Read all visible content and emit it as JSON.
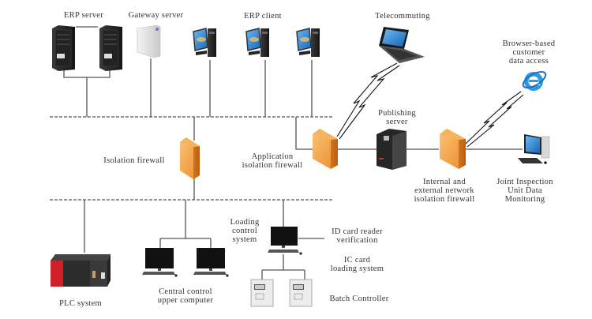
{
  "diagram": {
    "type": "network-topology",
    "nodes": {
      "erp_server": {
        "label": "ERP server",
        "icon": "tower-server-icon",
        "count": 2
      },
      "gateway_server": {
        "label": "Gateway server",
        "icon": "gateway-server-icon"
      },
      "erp_client": {
        "label": "ERP client",
        "icon": "desktop-pc-icon",
        "count": 3
      },
      "telecommuting": {
        "label": "Telecommuting",
        "icon": "laptop-icon"
      },
      "browser_access": {
        "label": "Browser-based\ncustomer\ndata access",
        "icon": "internet-explorer-icon"
      },
      "isolation_firewall": {
        "label": "Isolation firewall",
        "icon": "firewall-icon"
      },
      "app_firewall": {
        "label": "Application\nisolation firewall",
        "icon": "firewall-icon"
      },
      "publishing_server": {
        "label": "Publishing\nserver",
        "icon": "server-icon"
      },
      "net_firewall": {
        "label": "Internal and\nexternal network\nisolation firewall",
        "icon": "firewall-icon"
      },
      "joint_inspection": {
        "label": "Joint Inspection\nUnit Data\nMonitoring",
        "icon": "desktop-pc-icon"
      },
      "plc": {
        "label": "PLC system",
        "icon": "plc-icon"
      },
      "central_control": {
        "label": "Central control\nupper computer",
        "icon": "monitor-icon",
        "count": 2
      },
      "loading_control": {
        "label": "Loading\ncontrol\nsystem",
        "icon": "monitor-icon"
      },
      "id_card": {
        "label": "ID card reader\nverification"
      },
      "ic_card": {
        "label": "IC card\nloading system"
      },
      "batch_controller": {
        "label": "Batch Controller",
        "icon": "batch-controller-icon",
        "count": 2
      }
    },
    "edges": [
      {
        "from": "erp_server",
        "to": "upper_bus",
        "style": "solid"
      },
      {
        "from": "gateway_server",
        "to": "upper_bus",
        "style": "solid"
      },
      {
        "from": "erp_client",
        "to": "upper_bus",
        "style": "solid"
      },
      {
        "from": "upper_bus",
        "to": "isolation_firewall",
        "style": "solid"
      },
      {
        "from": "isolation_firewall",
        "to": "lower_bus",
        "style": "solid"
      },
      {
        "from": "upper_bus",
        "to": "app_firewall",
        "style": "solid"
      },
      {
        "from": "app_firewall",
        "to": "telecommuting",
        "style": "wireless"
      },
      {
        "from": "app_firewall",
        "to": "publishing_server",
        "style": "solid"
      },
      {
        "from": "publishing_server",
        "to": "net_firewall",
        "style": "solid"
      },
      {
        "from": "net_firewall",
        "to": "browser_access",
        "style": "wireless"
      },
      {
        "from": "net_firewall",
        "to": "joint_inspection",
        "style": "solid"
      },
      {
        "from": "lower_bus",
        "to": "plc",
        "style": "solid"
      },
      {
        "from": "lower_bus",
        "to": "central_control",
        "style": "solid"
      },
      {
        "from": "lower_bus",
        "to": "loading_control",
        "style": "solid"
      },
      {
        "from": "loading_control",
        "to": "id_card",
        "style": "solid"
      },
      {
        "from": "loading_control",
        "to": "batch_controller",
        "style": "solid"
      }
    ],
    "buses": [
      {
        "id": "upper_bus",
        "style": "dashed"
      },
      {
        "id": "lower_bus",
        "style": "dashed"
      }
    ],
    "colors": {
      "line": "#555555",
      "firewall": "#f0a040",
      "firewall_dark": "#d07020",
      "server_dark": "#2a2a2a",
      "plc_red": "#d0202a",
      "ie_blue": "#1e90e0",
      "screen_blue": "#2080d0"
    }
  }
}
